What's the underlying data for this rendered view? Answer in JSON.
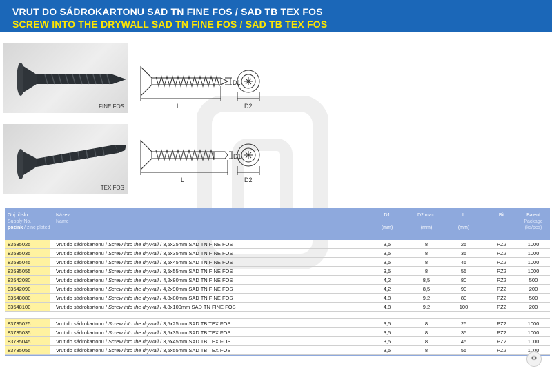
{
  "header": {
    "title_cz": "VRUT DO SÁDROKARTONU SAD TN FINE FOS / SAD TB TEX FOS",
    "title_en": "SCREW INTO THE DRYWALL SAD TN FINE FOS / SAD TB TEX FOS"
  },
  "products": [
    {
      "label": "FINE FOS",
      "dim_d1": "D1",
      "dim_d2": "D2",
      "dim_l": "L"
    },
    {
      "label": "TEX FOS",
      "dim_d1": "D1",
      "dim_d2": "D2",
      "dim_l": "L"
    }
  ],
  "table": {
    "headers": {
      "code": "Obj. číslo",
      "code_sub1": "Supply No.",
      "code_sub2_a": "pozink",
      "code_sub2_b": "/ zinc plated",
      "name": "Název",
      "name_sub": "Name",
      "d1": "D1",
      "d1_unit": "(mm)",
      "d2": "D2 max.",
      "d2_unit": "(mm)",
      "l": "L",
      "l_unit": "(mm)",
      "bit": "Bit",
      "pack": "Balení",
      "pack_sub1": "Package",
      "pack_sub2": "(ks/pcs)"
    },
    "group1": [
      {
        "code": "83535025",
        "name_cz": "Vrut do sádrokartonu /",
        "name_en": "Screw into the drywall",
        "name_spec": "/ 3,5x25mm SAD TN FINE FOS",
        "d1": "3,5",
        "d2": "8",
        "l": "25",
        "bit": "PZ2",
        "pack": "1000"
      },
      {
        "code": "83535035",
        "name_cz": "Vrut do sádrokartonu /",
        "name_en": "Screw into the drywall",
        "name_spec": "/ 3,5x35mm SAD TN FINE FOS",
        "d1": "3,5",
        "d2": "8",
        "l": "35",
        "bit": "PZ2",
        "pack": "1000"
      },
      {
        "code": "83535045",
        "name_cz": "Vrut do sádrokartonu /",
        "name_en": "Screw into the drywall",
        "name_spec": "/ 3,5x45mm SAD TN FINE FOS",
        "d1": "3,5",
        "d2": "8",
        "l": "45",
        "bit": "PZ2",
        "pack": "1000"
      },
      {
        "code": "83535055",
        "name_cz": "Vrut do sádrokartonu /",
        "name_en": "Screw into the drywall",
        "name_spec": "/ 3,5x55mm SAD TN FINE FOS",
        "d1": "3,5",
        "d2": "8",
        "l": "55",
        "bit": "PZ2",
        "pack": "1000"
      },
      {
        "code": "83542080",
        "name_cz": "Vrut do sádrokartonu /",
        "name_en": "Screw into the drywall",
        "name_spec": "/ 4,2x80mm SAD TN FINE FOS",
        "d1": "4,2",
        "d2": "8,5",
        "l": "80",
        "bit": "PZ2",
        "pack": "500"
      },
      {
        "code": "83542090",
        "name_cz": "Vrut do sádrokartonu /",
        "name_en": "Screw into the drywall",
        "name_spec": "/ 4,2x90mm SAD TN FINE FOS",
        "d1": "4,2",
        "d2": "8,5",
        "l": "90",
        "bit": "PZ2",
        "pack": "200"
      },
      {
        "code": "83548080",
        "name_cz": "Vrut do sádrokartonu /",
        "name_en": "Screw into the drywall",
        "name_spec": "/ 4,8x80mm SAD TN FINE FOS",
        "d1": "4,8",
        "d2": "9,2",
        "l": "80",
        "bit": "PZ2",
        "pack": "500"
      },
      {
        "code": "83548100",
        "name_cz": "Vrut do sádrokartonu /",
        "name_en": "Screw into the drywall",
        "name_spec": "/ 4,8x100mm SAD TN FINE FOS",
        "d1": "4,8",
        "d2": "9,2",
        "l": "100",
        "bit": "PZ2",
        "pack": "200"
      }
    ],
    "group2": [
      {
        "code": "83735025",
        "name_cz": "Vrut do sádrokartonu /",
        "name_en": "Screw into the drywall",
        "name_spec": "/ 3,5x25mm SAD TB TEX FOS",
        "d1": "3,5",
        "d2": "8",
        "l": "25",
        "bit": "PZ2",
        "pack": "1000"
      },
      {
        "code": "83735035",
        "name_cz": "Vrut do sádrokartonu /",
        "name_en": "Screw into the drywall",
        "name_spec": "/ 3,5x35mm SAD TB TEX FOS",
        "d1": "3,5",
        "d2": "8",
        "l": "35",
        "bit": "PZ2",
        "pack": "1000"
      },
      {
        "code": "83735045",
        "name_cz": "Vrut do sádrokartonu /",
        "name_en": "Screw into the drywall",
        "name_spec": "/ 3,5x45mm SAD TB TEX FOS",
        "d1": "3,5",
        "d2": "8",
        "l": "45",
        "bit": "PZ2",
        "pack": "1000"
      },
      {
        "code": "83735055",
        "name_cz": "Vrut do sádrokartonu /",
        "name_en": "Screw into the drywall",
        "name_spec": "/ 3,5x55mm SAD TB TEX FOS",
        "d1": "3,5",
        "d2": "8",
        "l": "55",
        "bit": "PZ2",
        "pack": "1000"
      }
    ]
  },
  "colors": {
    "header_bg": "#1b67b8",
    "title_en": "#ffe600",
    "table_header_bg": "#8ea9dd",
    "code_highlight": "#fff2a0"
  },
  "icons": {
    "corner": "gear-icon",
    "watermark": "watermark-logo"
  }
}
